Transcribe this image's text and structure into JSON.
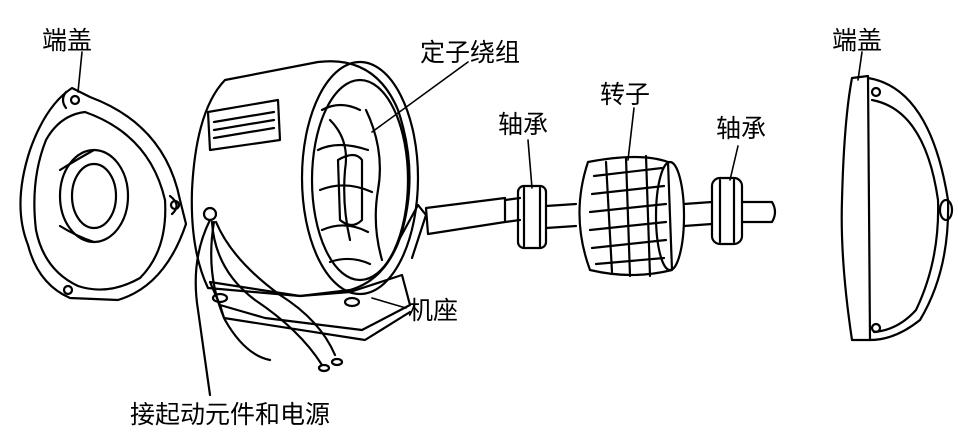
{
  "labels": {
    "end_cover_left": "端盖",
    "stator_winding": "定子绕组",
    "bearing_left": "轴承",
    "rotor": "转子",
    "bearing_right": "轴承",
    "end_cover_right": "端盖",
    "frame": "机座",
    "starting_components": "接起动元件和电源"
  },
  "colors": {
    "line": "#000000",
    "background": "#ffffff"
  }
}
